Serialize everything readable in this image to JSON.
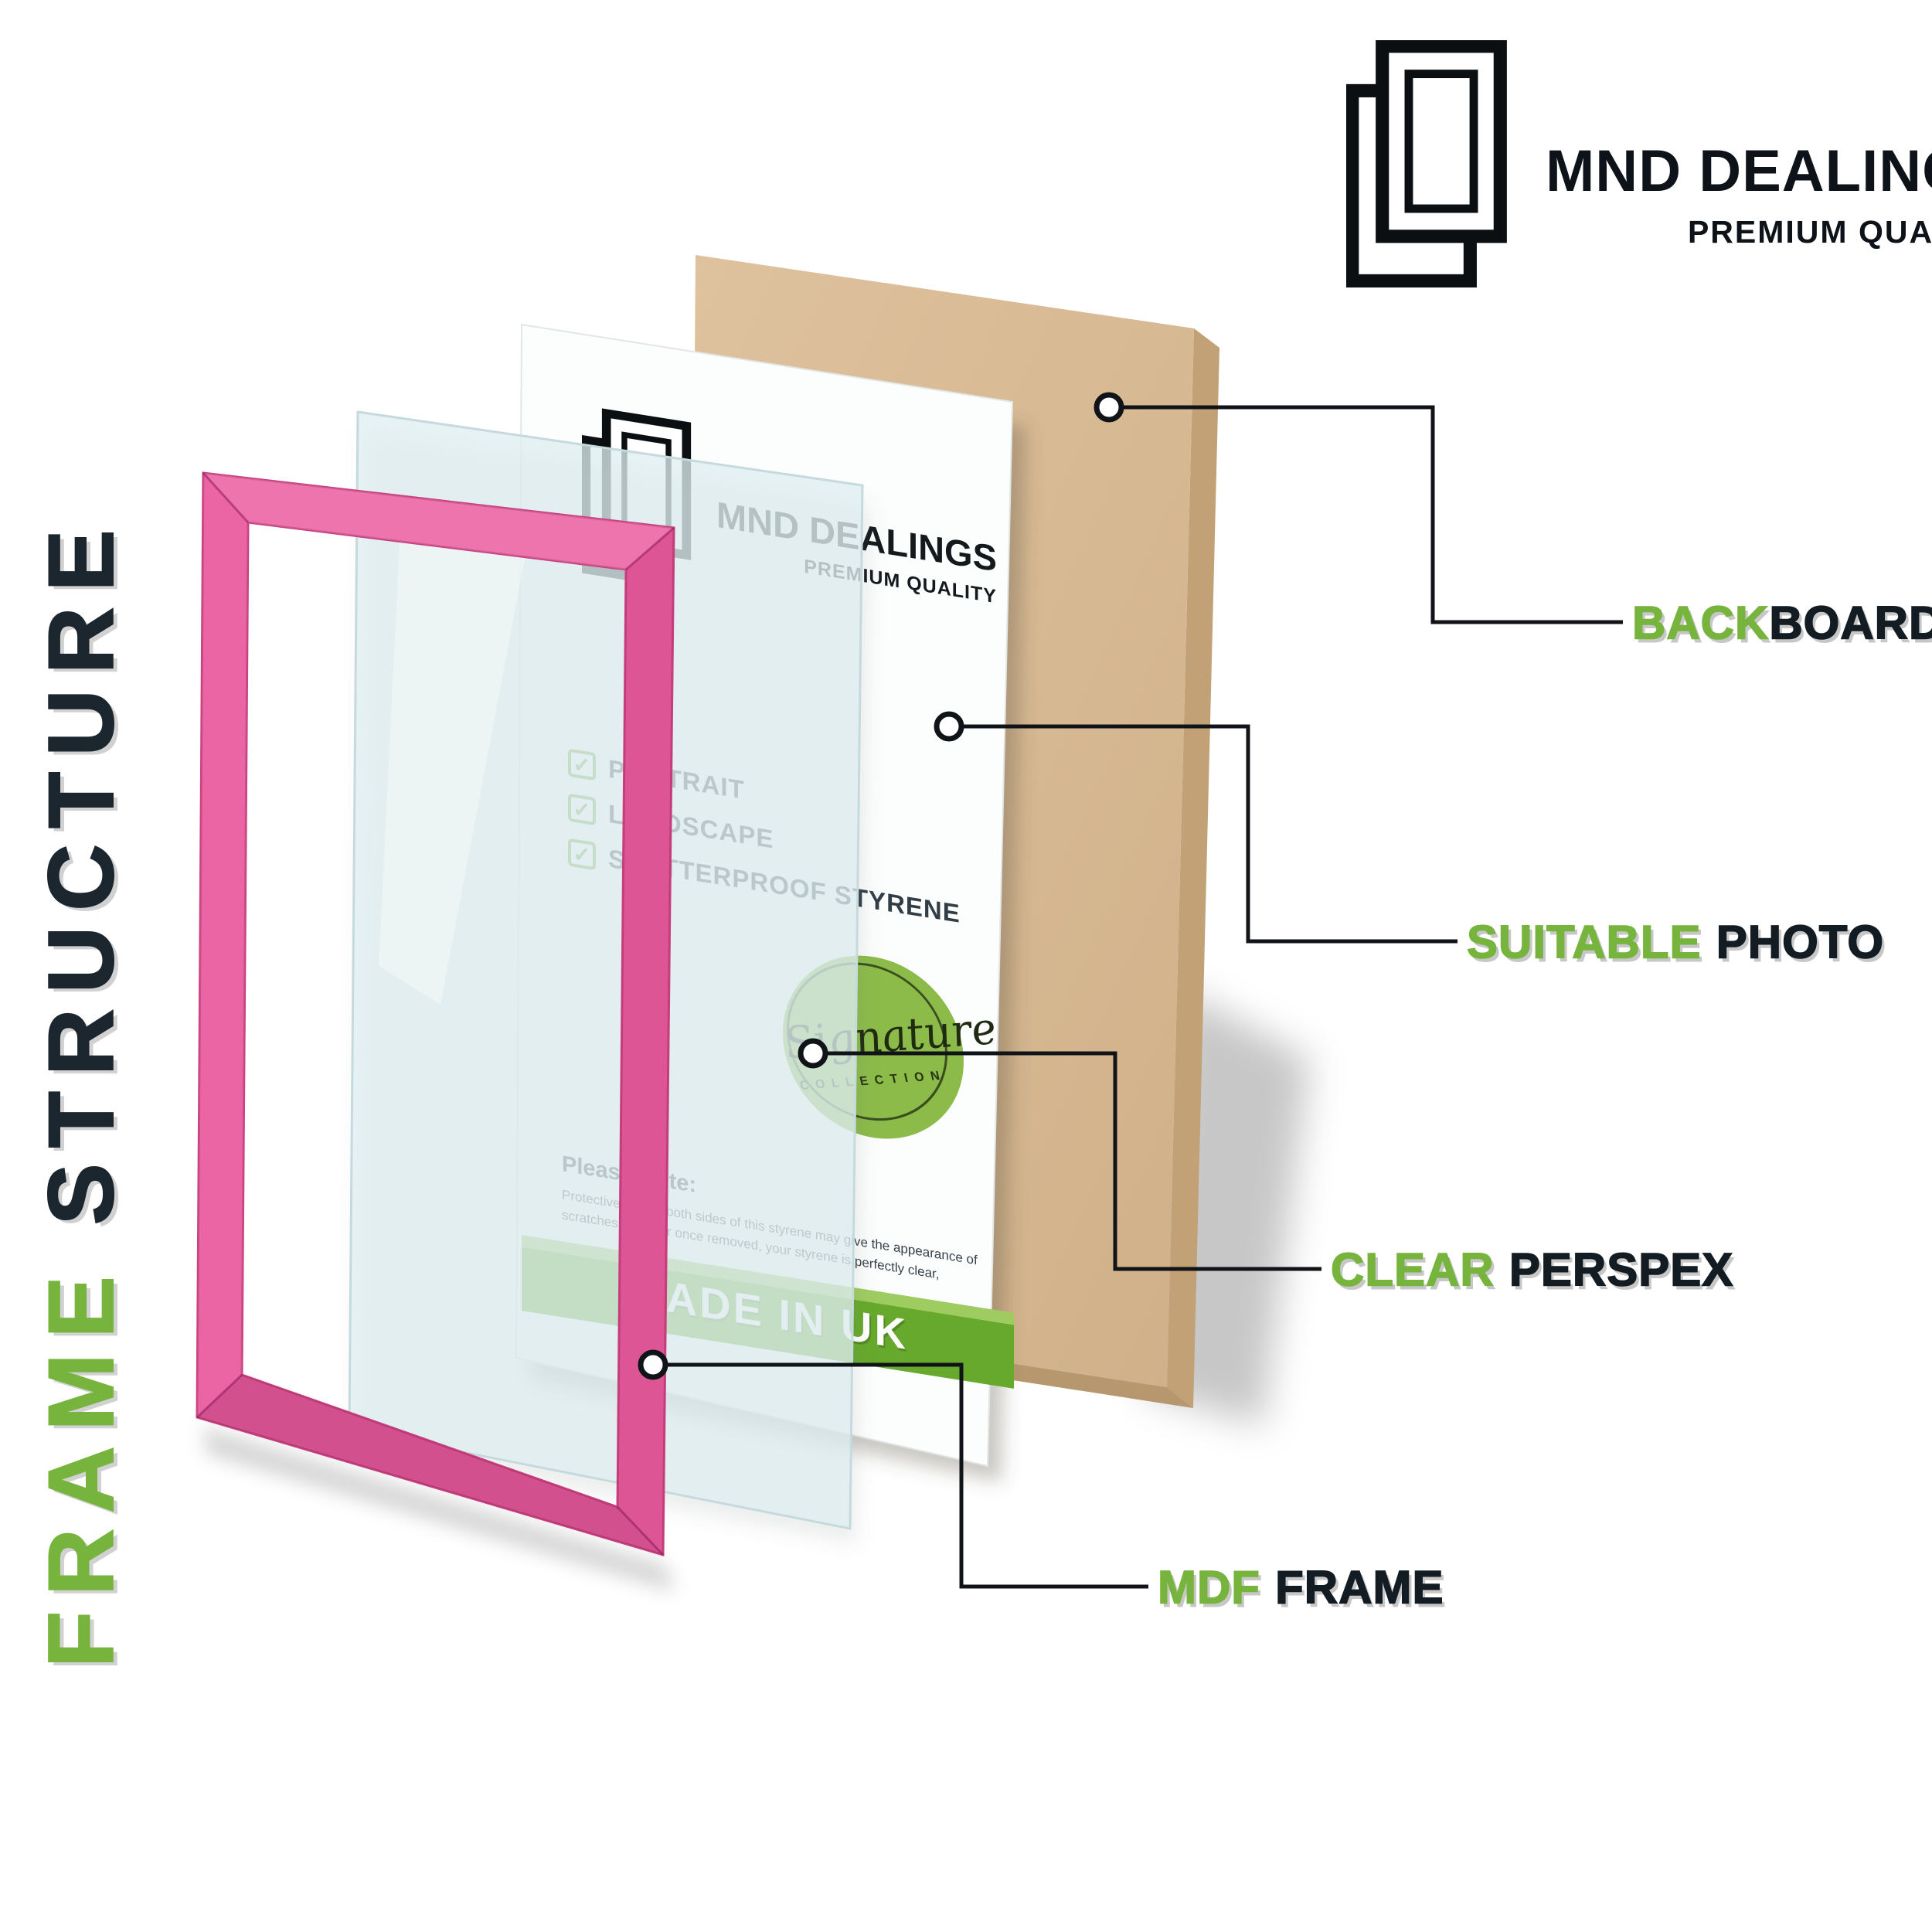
{
  "brand": {
    "name": "MND DEALINGS",
    "tagline": "PREMIUM QUALITY"
  },
  "side_title": {
    "first_word": "FRAME",
    "second_word": "STRUCTURE"
  },
  "paper": {
    "brand_name": "MND DEALINGS",
    "brand_tagline": "PREMIUM QUALITY",
    "check_glyph": "✓",
    "checklist": [
      "PORTRAIT",
      "LANDSCAPE",
      "SHATTERPROOF STYRENE"
    ],
    "note_title": "Please Note:",
    "note_body": "Protective film on both sides of this styrene may give the appearance of scratches however once removed, your styrene is perfectly clear,",
    "badge": {
      "script": "Signature",
      "word": "COLLECTION"
    },
    "banner": "MADE IN UK"
  },
  "callouts": [
    {
      "part1": "BACK",
      "part2": "BOARD"
    },
    {
      "part1": "SUITABLE",
      "part2": "PHOTO"
    },
    {
      "part1": "CLEAR",
      "part2": "PERSPEX"
    },
    {
      "part1": "MDF",
      "part2": "FRAME"
    }
  ],
  "colors": {
    "accent_green": "#76b43e",
    "dark_text": "#131c23",
    "frame_pink": "#ea5a9e",
    "backboard_tan": "#d8bc96",
    "banner_green": "#66a92c",
    "perspex_blue": "#dfeef0"
  }
}
